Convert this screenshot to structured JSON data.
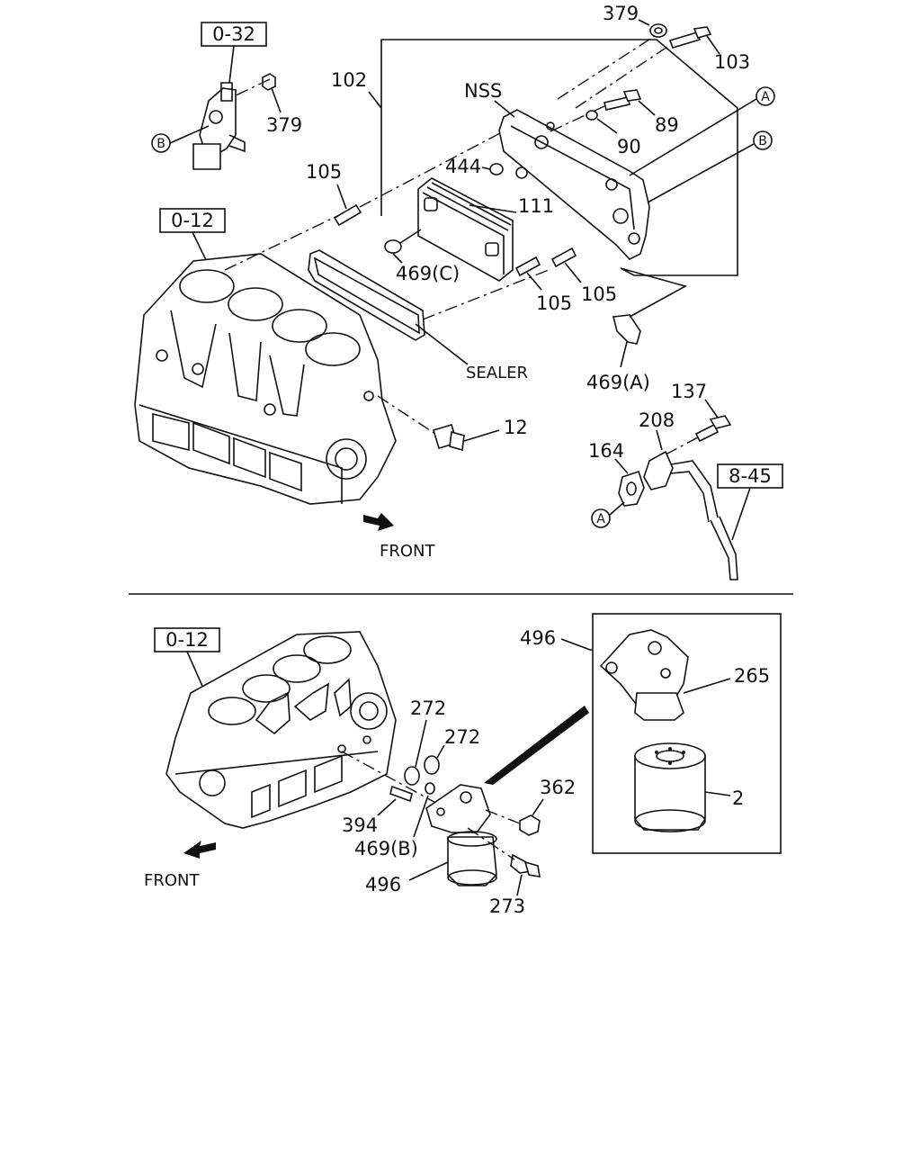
{
  "labels": {
    "ref_0_32": "0-32",
    "ref_0_12_top": "0-12",
    "ref_8_45": "8-45",
    "ref_0_12_bottom": "0-12",
    "p379_top": "379",
    "p103": "103",
    "p102": "102",
    "pNSS": "NSS",
    "p89": "89",
    "p90": "90",
    "p379_left": "379",
    "p105_left": "105",
    "p444": "444",
    "p111": "111",
    "p469C": "469(C)",
    "p105_mid": "105",
    "p105_right": "105",
    "sealer": "SEALER",
    "p469A": "469(A)",
    "p137": "137",
    "p208": "208",
    "p164": "164",
    "p12": "12",
    "front_top": "FRONT",
    "p496_inset": "496",
    "p265": "265",
    "p272_a": "272",
    "p272_b": "272",
    "p362": "362",
    "p2": "2",
    "p394": "394",
    "p469B": "469(B)",
    "p496_bottom": "496",
    "p273": "273",
    "front_bottom": "FRONT"
  },
  "circles": {
    "A_top": "A",
    "B_top": "B",
    "B_left": "B",
    "A_bottom": "A"
  }
}
